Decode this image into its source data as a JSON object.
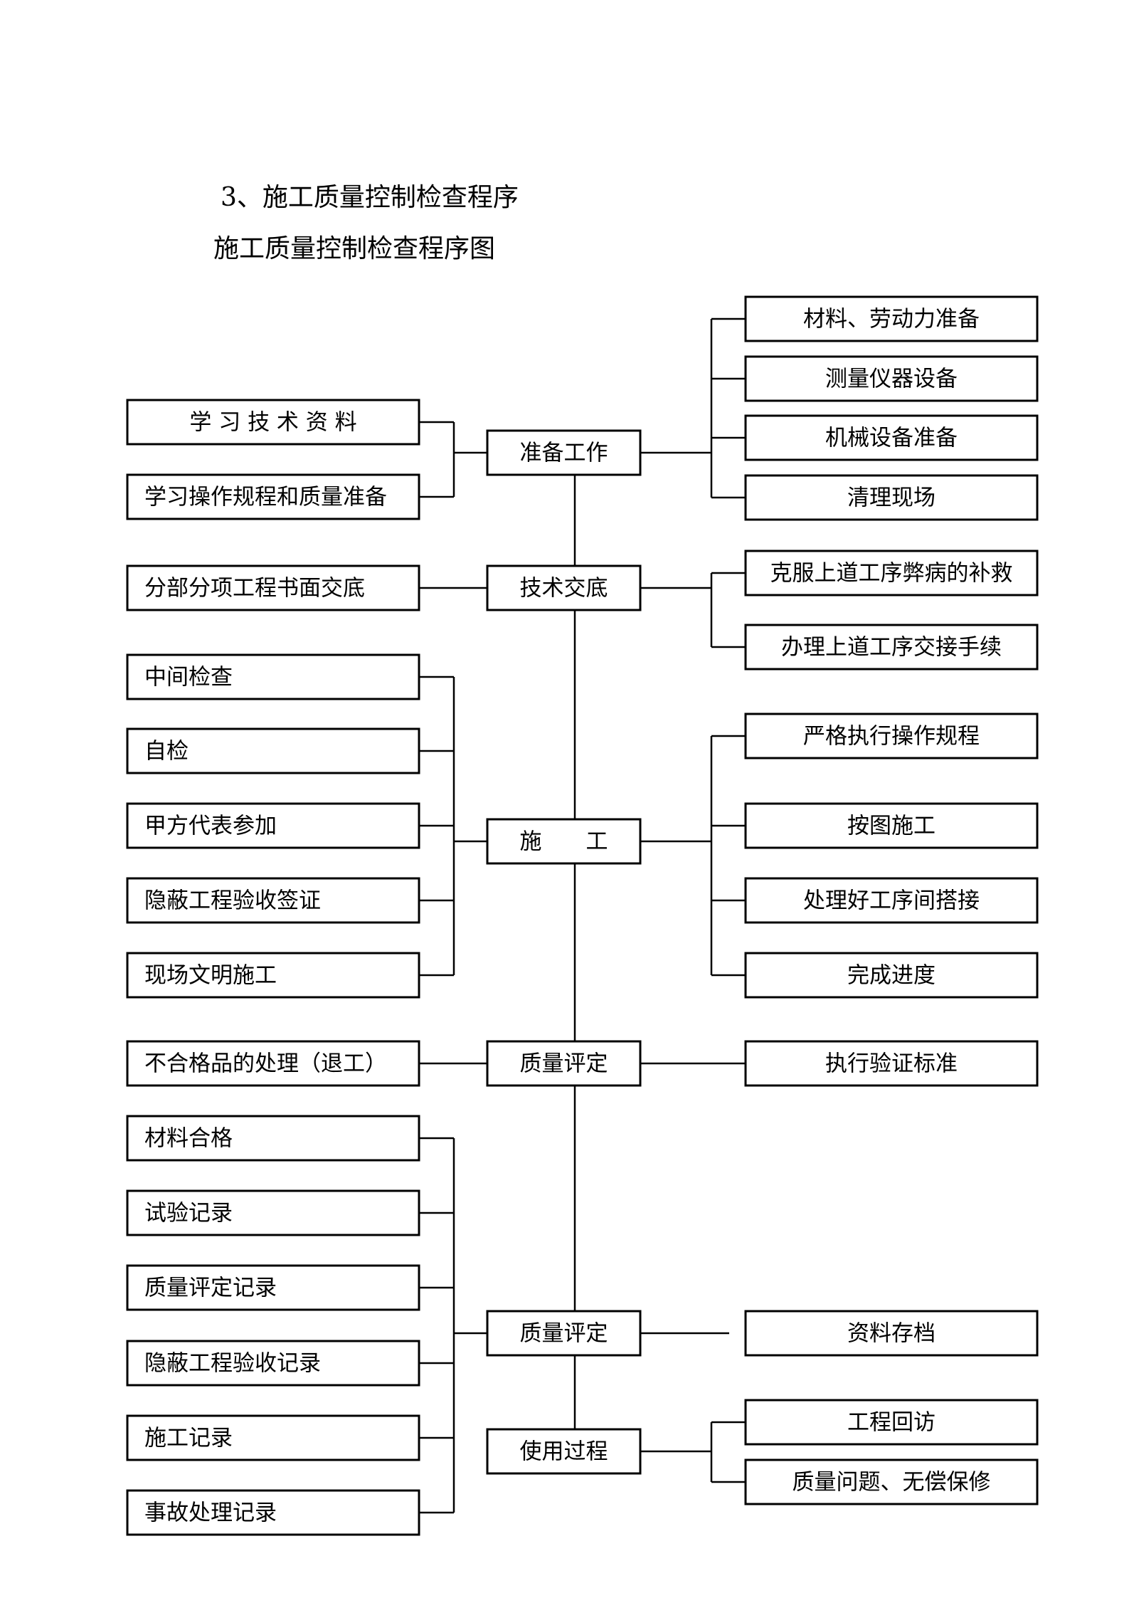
{
  "heading": "3、施工质量控制检查程序",
  "subheading": "施工质量控制检查程序图",
  "center_nodes": [
    {
      "id": "prep",
      "label": "准备工作"
    },
    {
      "id": "tech",
      "label": "技术交底"
    },
    {
      "id": "build",
      "label": "施　　工"
    },
    {
      "id": "qa1",
      "label": "质量评定"
    },
    {
      "id": "qa2",
      "label": "质量评定"
    },
    {
      "id": "use",
      "label": "使用过程"
    }
  ],
  "left_nodes": [
    {
      "group": "prep",
      "label": "学 习 技 术 资 料",
      "align": "center"
    },
    {
      "group": "prep",
      "label": "学习操作规程和质量准备"
    },
    {
      "group": "tech",
      "label": "分部分项工程书面交底"
    },
    {
      "group": "build",
      "label": "中间检查"
    },
    {
      "group": "build",
      "label": "自检"
    },
    {
      "group": "build",
      "label": "甲方代表参加"
    },
    {
      "group": "build",
      "label": "隐蔽工程验收签证"
    },
    {
      "group": "build",
      "label": "现场文明施工"
    },
    {
      "group": "qa1",
      "label": "不合格品的处理（退工）"
    },
    {
      "group": "qa2",
      "label": "材料合格"
    },
    {
      "group": "qa2",
      "label": "试验记录",
      "small": true
    },
    {
      "group": "qa2",
      "label": "质量评定记录"
    },
    {
      "group": "qa2",
      "label": "隐蔽工程验收记录"
    },
    {
      "group": "qa2",
      "label": "施工记录"
    },
    {
      "group": "qa2",
      "label": "事故处理记录"
    }
  ],
  "right_nodes": [
    {
      "group": "prep",
      "label": "材料、劳动力准备"
    },
    {
      "group": "prep",
      "label": "测量仪器设备"
    },
    {
      "group": "prep",
      "label": "机械设备准备"
    },
    {
      "group": "prep",
      "label": "清理现场"
    },
    {
      "group": "tech",
      "label": "克服上道工序弊病的补救"
    },
    {
      "group": "tech",
      "label": "办理上道工序交接手续"
    },
    {
      "group": "build",
      "label": "严格执行操作规程"
    },
    {
      "group": "build",
      "label": "按图施工"
    },
    {
      "group": "build",
      "label": "处理好工序间搭接"
    },
    {
      "group": "build",
      "label": "完成进度"
    },
    {
      "group": "qa1",
      "label": "执行验证标准"
    },
    {
      "group": "qa2",
      "label": "资料存档"
    },
    {
      "group": "use",
      "label": "工程回访"
    },
    {
      "group": "use",
      "label": "质量问题、无偿保修"
    }
  ]
}
